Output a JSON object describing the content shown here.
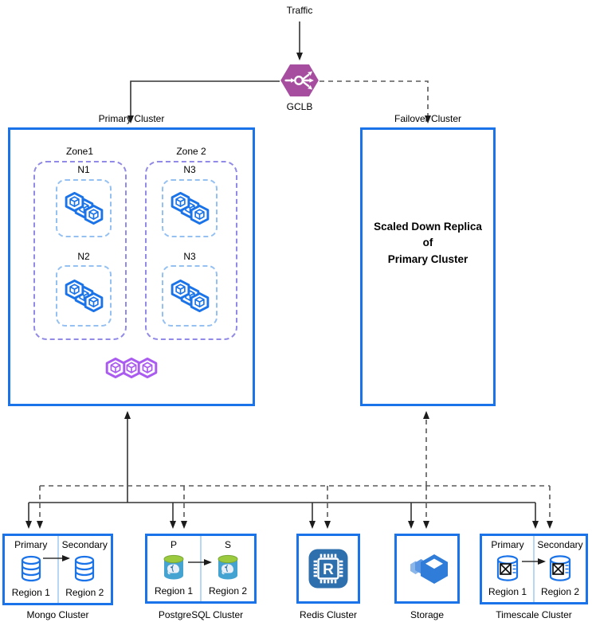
{
  "diagram": {
    "traffic_label": "Traffic",
    "gclb": {
      "label": "GCLB"
    },
    "primary_cluster": {
      "label": "Primary Cluster",
      "zones": [
        {
          "label": "Zone1",
          "nodes": [
            "N1",
            "N2"
          ]
        },
        {
          "label": "Zone 2",
          "nodes": [
            "N3",
            "N3"
          ]
        }
      ]
    },
    "failover_cluster": {
      "label": "Failover Cluster",
      "body": [
        "Scaled Down Replica",
        "of",
        "Primary Cluster"
      ]
    },
    "mongo_cluster": {
      "caption": "Mongo Cluster",
      "left_role": "Primary",
      "right_role": "Secondary",
      "left_region": "Region 1",
      "right_region": "Region 2"
    },
    "postgres_cluster": {
      "caption": "PostgreSQL Cluster",
      "left_role": "P",
      "right_role": "S",
      "left_region": "Region 1",
      "right_region": "Region 2"
    },
    "redis_cluster": {
      "caption": "Redis Cluster",
      "icon_letter": "R"
    },
    "storage": {
      "caption": "Storage"
    },
    "timescale_cluster": {
      "caption": "Timescale Cluster",
      "left_role": "Primary",
      "right_role": "Secondary",
      "left_region": "Region 1",
      "right_region": "Region 2"
    },
    "colors": {
      "cluster_border": "#1a73e8",
      "zone_dash": "#918ae6",
      "node_dash": "#94c0f2",
      "gclb_purple": "#a64d9f",
      "pod_blue": "#1a73e8",
      "pod_purple": "#ab5cf0",
      "redis_blue": "#2e6fae",
      "storage_blue": "#2f7cd9",
      "pg_body_blue": "#45a3d2",
      "pg_top_green": "#9bca3f",
      "connector_solid": "#333333",
      "connector_dashed": "#5a5a5a"
    }
  }
}
